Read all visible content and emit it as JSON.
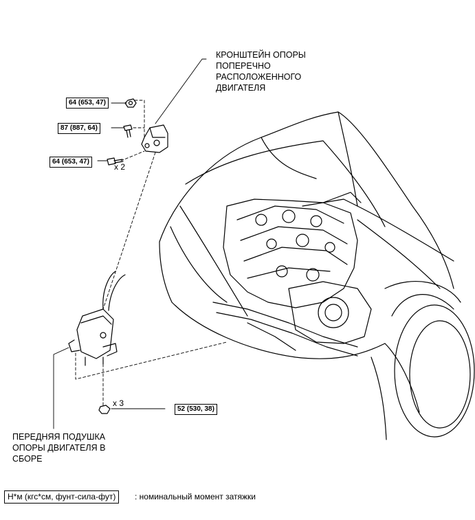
{
  "callouts": {
    "bracket_label": [
      "КРОНШТЕЙН ОПОРЫ",
      "ПОПЕРЕЧНО",
      "РАСПОЛОЖЕННОГО",
      "ДВИГАТЕЛЯ"
    ],
    "mount_label": [
      "ПЕРЕДНЯЯ ПОДУШКА",
      "ОПОРЫ ДВИГАТЕЛЯ В",
      "СБОРЕ"
    ]
  },
  "torque_specs": {
    "nut_top": "64 (653, 47)",
    "bolt_mid": "87 (887, 64)",
    "bolt_low": "64 (653, 47)",
    "nut_bottom": "52 (530, 38)"
  },
  "quantities": {
    "bolt_low": "x 2",
    "nut_bottom": "x 3"
  },
  "legend": {
    "unit": "Н*м (кгс*см, фунт-сила-фут)",
    "description": ": номинальный момент затяжки"
  }
}
